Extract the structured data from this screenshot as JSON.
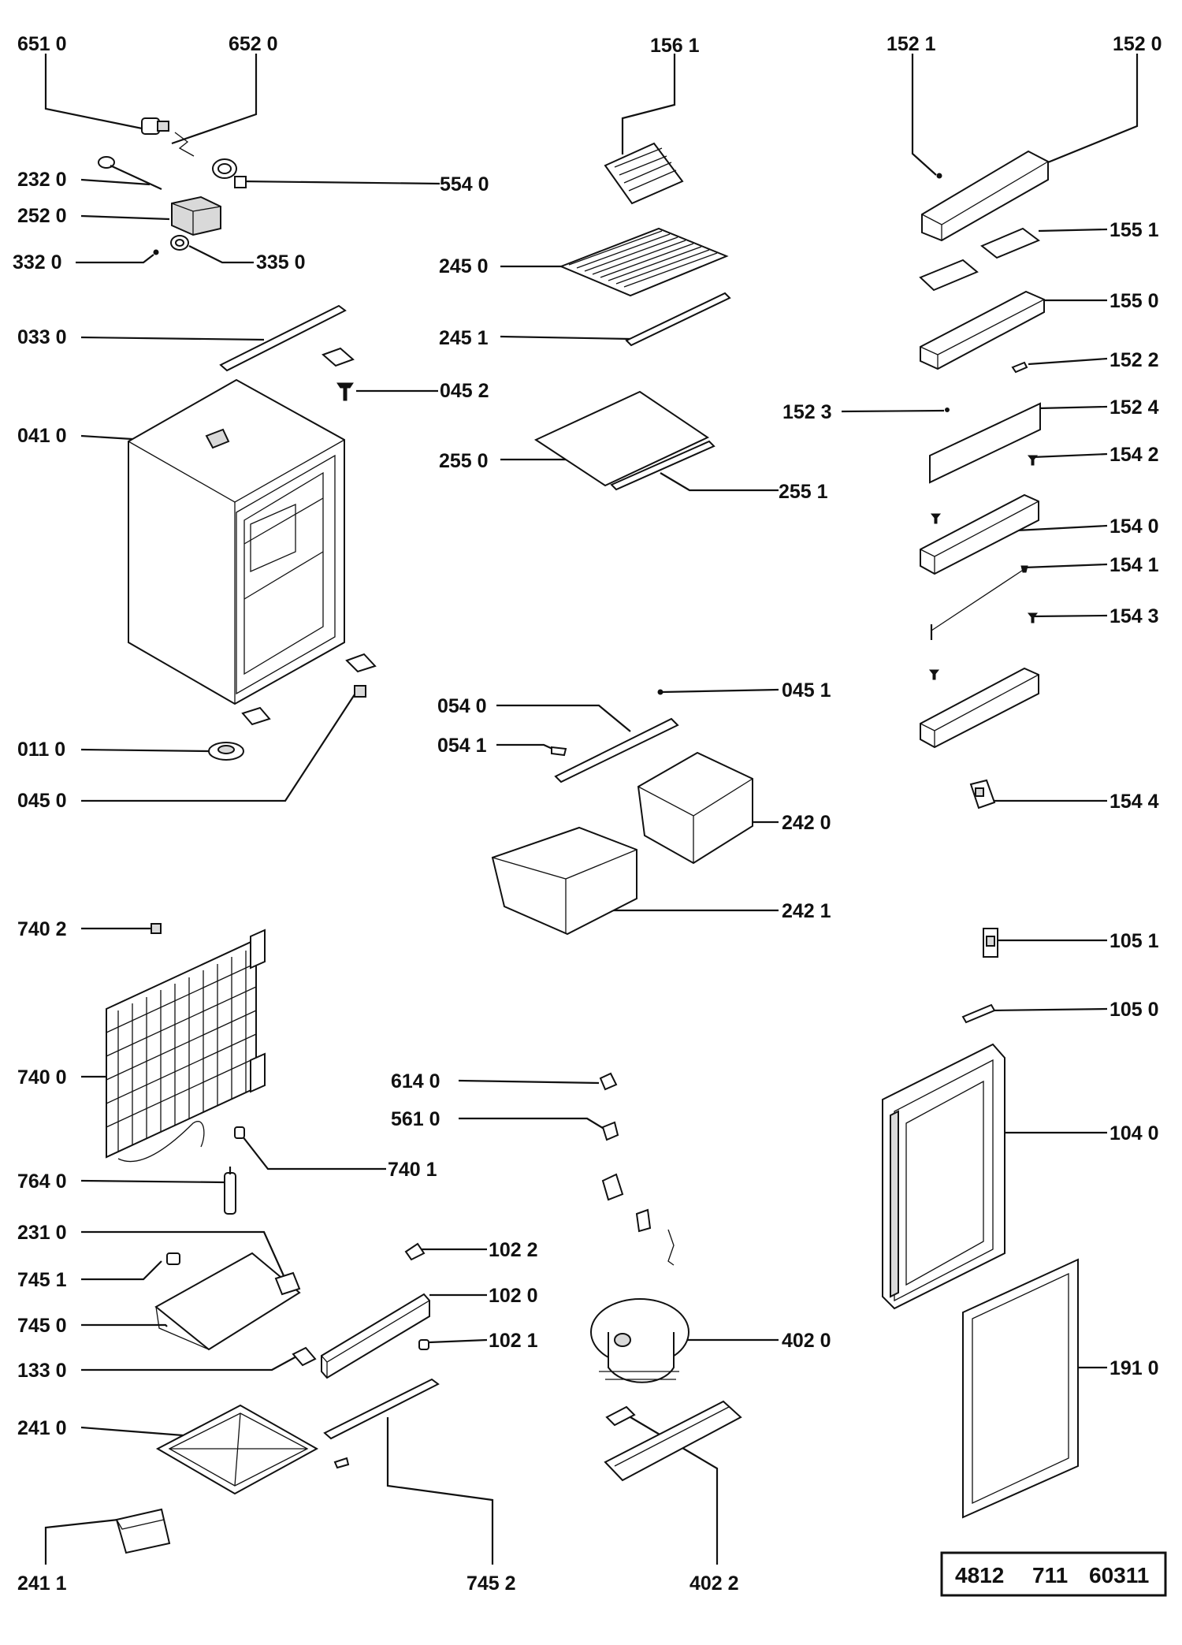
{
  "labels": {
    "l6510": "651 0",
    "l6520": "652 0",
    "l2320": "232 0",
    "l2520": "252 0",
    "l3320": "332 0",
    "l3350": "335 0",
    "l5540": "554 0",
    "l0330": "033 0",
    "l0452": "045 2",
    "l0410": "041 0",
    "l0110": "011 0",
    "l0450": "045 0",
    "l1561": "156 1",
    "l2450": "245 0",
    "l2451": "245 1",
    "l2550": "255 0",
    "l2551": "255 1",
    "l0540": "054 0",
    "l0451": "045 1",
    "l0541": "054 1",
    "l2420": "242 0",
    "l2421": "242 1",
    "l1521": "152 1",
    "l1520": "152 0",
    "l1551": "155 1",
    "l1550": "155 0",
    "l1522": "152 2",
    "l1523": "152 3",
    "l1524": "152 4",
    "l1542": "154 2",
    "l1540": "154 0",
    "l1541": "154 1",
    "l1543": "154 3",
    "l1544": "154 4",
    "l7402": "740 2",
    "l7400": "740 0",
    "l7401": "740 1",
    "l7640": "764 0",
    "l2310": "231 0",
    "l7451": "745 1",
    "l7450": "745 0",
    "l1330": "133 0",
    "l2410": "241 0",
    "l2411": "241 1",
    "l7452": "745 2",
    "l6140": "614 0",
    "l5610": "561 0",
    "l1022": "102 2",
    "l1020": "102 0",
    "l1021": "102 1",
    "l4020": "402 0",
    "l4022": "402 2",
    "l1051": "105 1",
    "l1050": "105 0",
    "l1040": "104 0",
    "l1910": "191 0"
  },
  "reference": {
    "part1": "4812",
    "part2": "711",
    "part3": "60311"
  }
}
